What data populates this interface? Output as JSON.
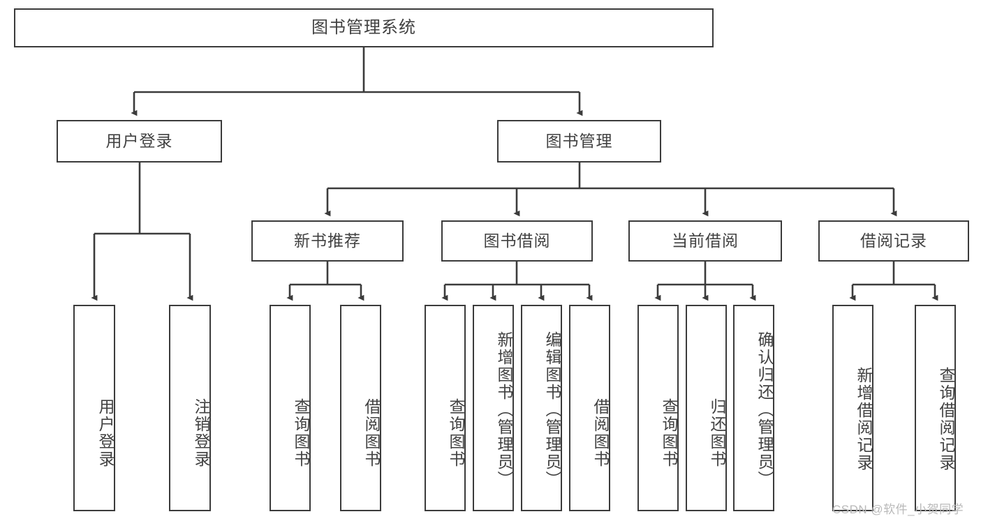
{
  "diagram": {
    "title": "图书管理系统",
    "type": "功能结构图",
    "watermark": "CSDN @软件_小贺同学",
    "colors": {
      "box_border": "#3b3b3b",
      "box_fill": "#ffffff",
      "text": "#414141",
      "line": "#3b3b3b",
      "watermark": "#b9b9b9",
      "background": "#ffffff"
    }
  },
  "nodes": {
    "root": {
      "label": "图书管理系统"
    },
    "level2": [
      {
        "id": "user-login",
        "label": "用户登录"
      },
      {
        "id": "book-management",
        "label": "图书管理"
      }
    ],
    "level3": [
      {
        "id": "new-book-recommend",
        "label": "新书推荐"
      },
      {
        "id": "book-borrow",
        "label": "图书借阅"
      },
      {
        "id": "current-borrow",
        "label": "当前借阅"
      },
      {
        "id": "borrow-record",
        "label": "借阅记录"
      }
    ],
    "leaves": {
      "user-login": [
        {
          "id": "leaf-user-login",
          "label": "用户登录"
        },
        {
          "id": "leaf-user-logout",
          "label": "注销登录"
        }
      ],
      "new-book-recommend": [
        {
          "id": "leaf-query-book-1",
          "label": "查询图书"
        },
        {
          "id": "leaf-borrow-book-1",
          "label": "借阅图书"
        }
      ],
      "book-borrow": [
        {
          "id": "leaf-query-book-2",
          "label": "查询图书"
        },
        {
          "id": "leaf-add-book",
          "label": "新增图书（管理员）"
        },
        {
          "id": "leaf-edit-book",
          "label": "编辑图书（管理员）"
        },
        {
          "id": "leaf-borrow-book-2",
          "label": "借阅图书"
        }
      ],
      "current-borrow": [
        {
          "id": "leaf-query-book-3",
          "label": "查询图书"
        },
        {
          "id": "leaf-return-book",
          "label": "归还图书"
        },
        {
          "id": "leaf-confirm-return",
          "label": "确认归还（管理员）"
        }
      ],
      "borrow-record": [
        {
          "id": "leaf-add-record",
          "label": "新增借阅记录"
        },
        {
          "id": "leaf-query-record",
          "label": "查询借阅记录"
        }
      ]
    }
  },
  "tree_data": {
    "type": "tree",
    "root": "图书管理系统",
    "edges": [
      [
        "图书管理系统",
        "用户登录"
      ],
      [
        "图书管理系统",
        "图书管理"
      ],
      [
        "用户登录",
        "用户登录"
      ],
      [
        "用户登录",
        "注销登录"
      ],
      [
        "图书管理",
        "新书推荐"
      ],
      [
        "图书管理",
        "图书借阅"
      ],
      [
        "图书管理",
        "当前借阅"
      ],
      [
        "图书管理",
        "借阅记录"
      ],
      [
        "新书推荐",
        "查询图书"
      ],
      [
        "新书推荐",
        "借阅图书"
      ],
      [
        "图书借阅",
        "查询图书"
      ],
      [
        "图书借阅",
        "新增图书（管理员）"
      ],
      [
        "图书借阅",
        "编辑图书（管理员）"
      ],
      [
        "图书借阅",
        "借阅图书"
      ],
      [
        "当前借阅",
        "查询图书"
      ],
      [
        "当前借阅",
        "归还图书"
      ],
      [
        "当前借阅",
        "确认归还（管理员）"
      ],
      [
        "借阅记录",
        "新增借阅记录"
      ],
      [
        "借阅记录",
        "查询借阅记录"
      ]
    ],
    "depth": 4
  }
}
